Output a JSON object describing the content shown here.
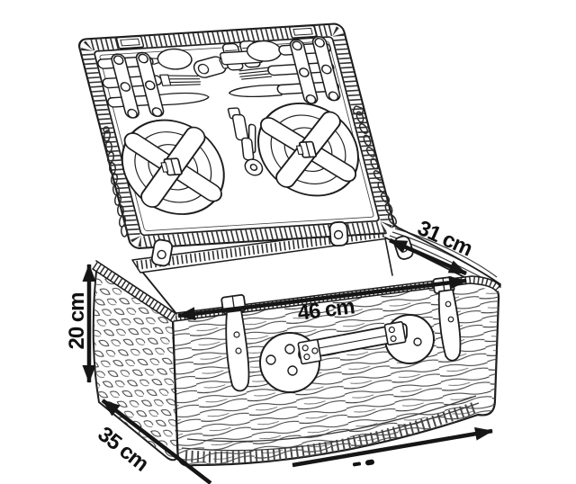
{
  "page": {
    "background": "#ffffff"
  },
  "diagram": {
    "subject": "Wicker picnic basket (hamper) with open lid; two plates and cutlery strapped inside the lid, leather straps and carry handle on the front",
    "style": "black outline line drawing on white",
    "stroke_color": "#1d1d1d",
    "dimensions": {
      "opening_depth": "31 cm",
      "front_width": "46 cm",
      "body_height": "20 cm",
      "base_depth": "35 cm"
    }
  }
}
